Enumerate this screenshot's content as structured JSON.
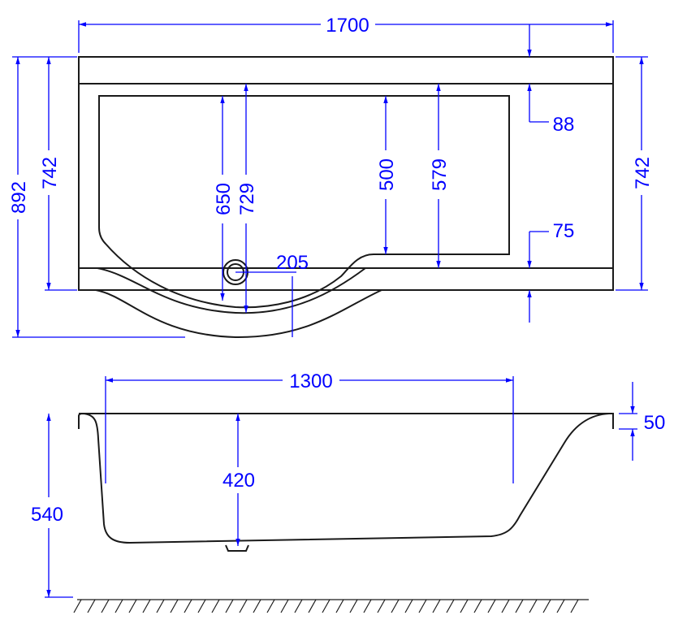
{
  "colors": {
    "dimension": "#0000ff",
    "outline": "#1a1a1a"
  },
  "top_view": {
    "width_overall": "1700",
    "depth_overall": "892",
    "depth_left": "742",
    "depth_right": "742",
    "rim_back": "88",
    "rim_front": "75",
    "basin_650": "650",
    "basin_729": "729",
    "basin_500": "500",
    "basin_579": "579",
    "drain_offset": "205"
  },
  "side_view": {
    "basin_length": "1300",
    "height": "540",
    "depth": "420",
    "rim": "50"
  }
}
